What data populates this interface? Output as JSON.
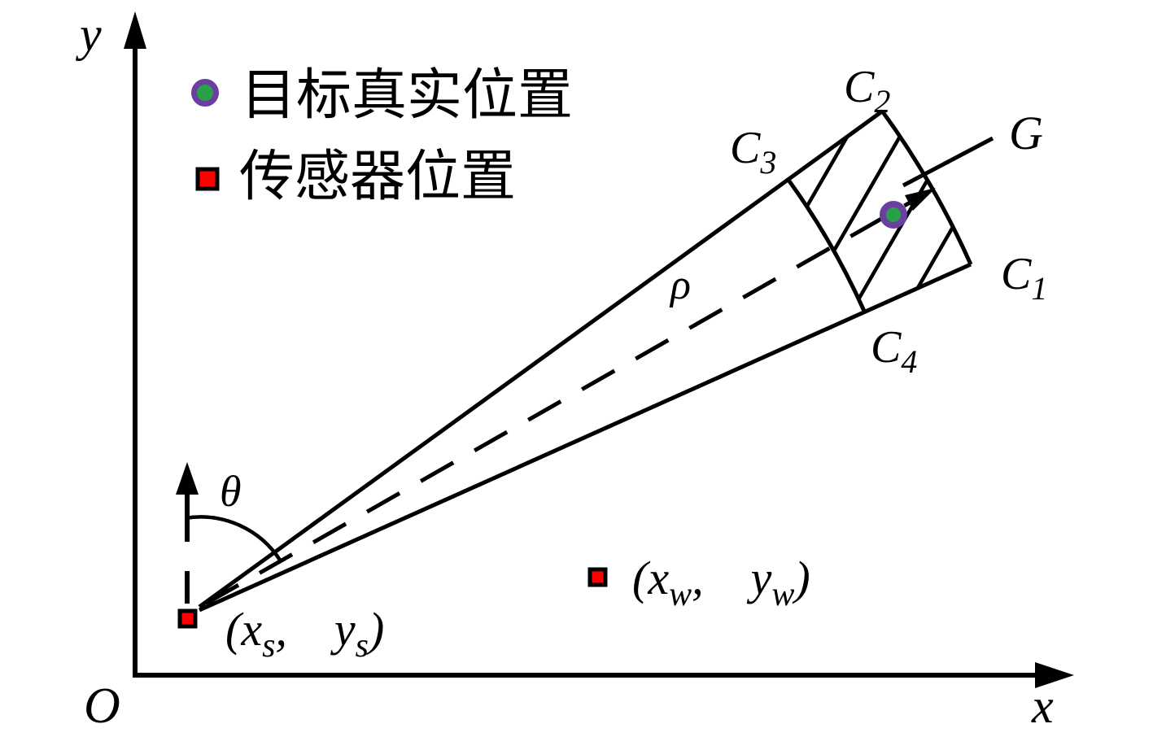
{
  "figure": {
    "description": "sensor bearing-range measurement geometry diagram",
    "axes": {
      "y_label": "y",
      "x_label": "x",
      "origin_label": "O"
    },
    "legend": {
      "items": [
        {
          "marker": "target-true-position-dot",
          "label": "目标真实位置"
        },
        {
          "marker": "sensor-position-square",
          "label": "传感器位置"
        }
      ]
    },
    "beam": {
      "theta_label": "θ",
      "rho_label": "ρ"
    },
    "cell": {
      "c1": {
        "b": "C",
        "s": "1"
      },
      "c2": {
        "b": "C",
        "s": "2"
      },
      "c3": {
        "b": "C",
        "s": "3"
      },
      "c4": {
        "b": "C",
        "s": "4"
      },
      "g_label": "G"
    },
    "sensor": {
      "coords": {
        "p1": "(x",
        "s1": "s",
        "p2": ", y",
        "s2": "s",
        "p3": ")"
      }
    },
    "wpoint": {
      "coords": {
        "p1": "(x",
        "s1": "w",
        "p2": ", y",
        "s2": "w",
        "p3": ")"
      }
    },
    "colors": {
      "line": "#000000",
      "sensor_red": "#FF0000",
      "target_green": "#2AA148",
      "target_ring_purple": "#6B3FA0"
    }
  }
}
